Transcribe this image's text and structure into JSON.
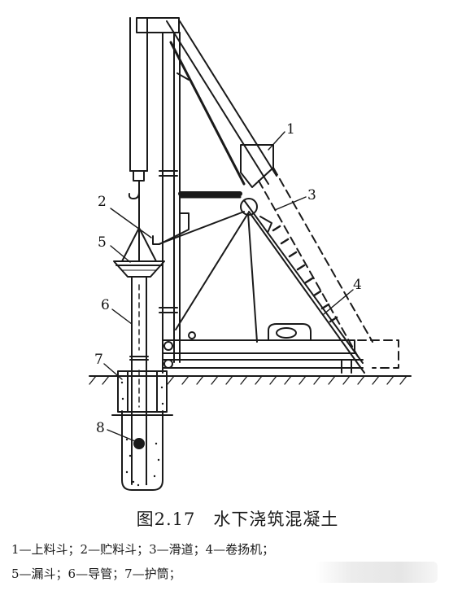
{
  "callouts": {
    "c1": "1",
    "c2": "2",
    "c3": "3",
    "c4": "4",
    "c5": "5",
    "c6": "6",
    "c7": "7",
    "c8": "8"
  },
  "caption": {
    "title": "图2.17　水下浇筑混凝土",
    "legend_line1": "1—上料斗；2—贮料斗；3—滑道；4—卷扬机；",
    "legend_line2": "5—漏斗；6—导管；7—护筒；"
  },
  "colors": {
    "ink": "#1a1a1a",
    "background": "#ffffff"
  }
}
